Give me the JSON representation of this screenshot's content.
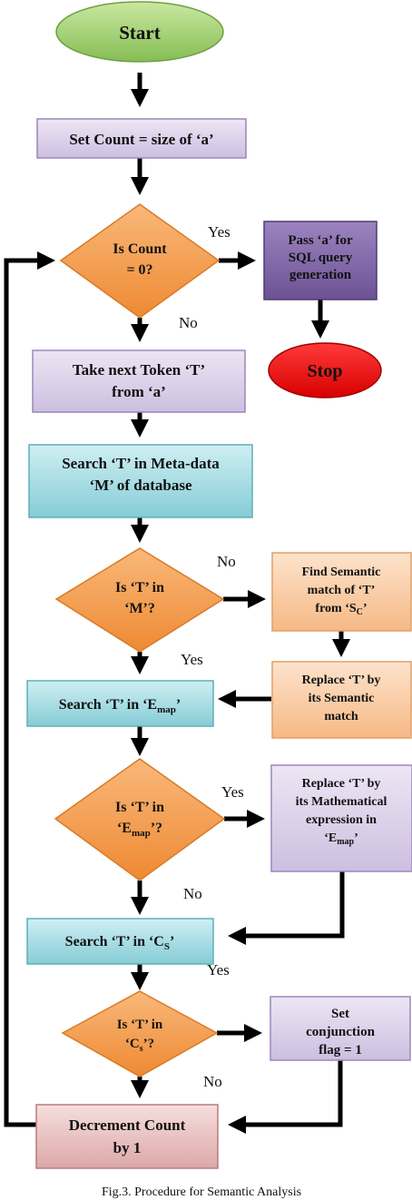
{
  "nodes": {
    "start": {
      "text": "Start"
    },
    "set_count": {
      "text": "Set Count = size of ‘a’"
    },
    "is_count_zero": {
      "line1": "Is Count",
      "line2": "= 0?"
    },
    "pass_a": {
      "line1": "Pass ‘a’ for",
      "line2": "SQL query",
      "line3": "generation"
    },
    "stop": {
      "text": "Stop"
    },
    "take_token": {
      "line1": "Take next Token ‘T’",
      "line2": "from ‘a’"
    },
    "search_meta": {
      "line1": "Search ‘T’ in Meta-data",
      "line2": "‘M’ of database"
    },
    "is_t_in_m": {
      "line1": "Is ‘T’ in",
      "line2": "‘M’?"
    },
    "find_semantic": {
      "line1": "Find Semantic",
      "line2": "match of ‘T’",
      "line3_pre": "from ‘S",
      "line3_sub": "C",
      "line3_post": "’"
    },
    "replace_semantic": {
      "line1": "Replace ‘T’ by",
      "line2": "its Semantic",
      "line3": "match"
    },
    "search_emap": {
      "pre": "Search ‘T’ in ‘E",
      "sub": "map",
      "post": "’"
    },
    "is_t_in_emap": {
      "line1": "Is ‘T’ in",
      "line2_pre": "‘E",
      "line2_sub": "map",
      "line2_post": "’?"
    },
    "replace_math": {
      "line1": "Replace ‘T’ by",
      "line2": "its Mathematical",
      "line3": "expression in",
      "line4_pre": "‘E",
      "line4_sub": "map",
      "line4_post": "’"
    },
    "search_cs": {
      "pre": "Search ‘T’ in ‘C",
      "sub": "S",
      "post": "’"
    },
    "is_t_in_cs": {
      "line1": "Is ‘T’ in",
      "line2_pre": "‘C",
      "line2_sub": "s",
      "line2_post": "’?"
    },
    "set_flag": {
      "line1": "Set",
      "line2": "conjunction",
      "line3": "flag = 1"
    },
    "decrement": {
      "line1": "Decrement Count",
      "line2": "by 1"
    }
  },
  "edge_labels": {
    "yes1": "Yes",
    "no1": "No",
    "no2": "No",
    "yes2": "Yes",
    "yes3": "Yes",
    "no3": "No",
    "yes4": "Yes",
    "no4": "No"
  },
  "caption": "Fig.3. Procedure for Semantic Analysis",
  "colors": {
    "start_fill": "#9ACD6A",
    "stop_fill": "#EE0000",
    "lavender": "#D8CDE6",
    "violet": "#7E64A6",
    "teal": "#9FD8E0",
    "peach": "#F9C9A0",
    "orange": "#F59A4A",
    "pink": "#E8BEBE"
  }
}
